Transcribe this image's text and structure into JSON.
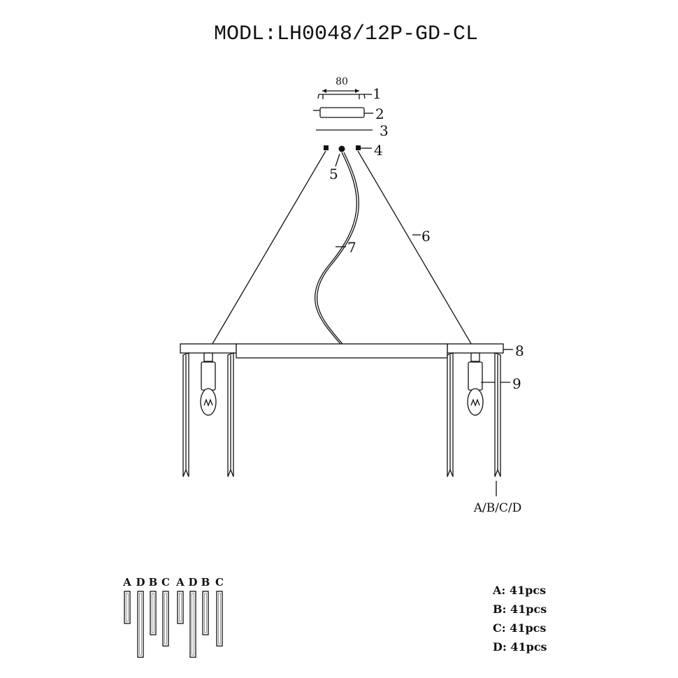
{
  "title": "MODL:LH0048/12P-GD-CL",
  "dimension": "80",
  "part_labels": [
    "1",
    "2",
    "3",
    "4",
    "5",
    "6",
    "7",
    "8",
    "9"
  ],
  "crystal_label": "A/B/C/D",
  "crystal_types": [
    "A",
    "D",
    "B",
    "C",
    "A",
    "D",
    "B",
    "C"
  ],
  "crystal_lengths": {
    "A": 1,
    "B": 1.35,
    "C": 1.7,
    "D": 2.05
  },
  "quantities": [
    {
      "type": "A: ",
      "qty": "41pcs"
    },
    {
      "type": "B: ",
      "qty": "41pcs"
    },
    {
      "type": "C: ",
      "qty": "41pcs"
    },
    {
      "type": "D: ",
      "qty": "41pcs"
    }
  ]
}
